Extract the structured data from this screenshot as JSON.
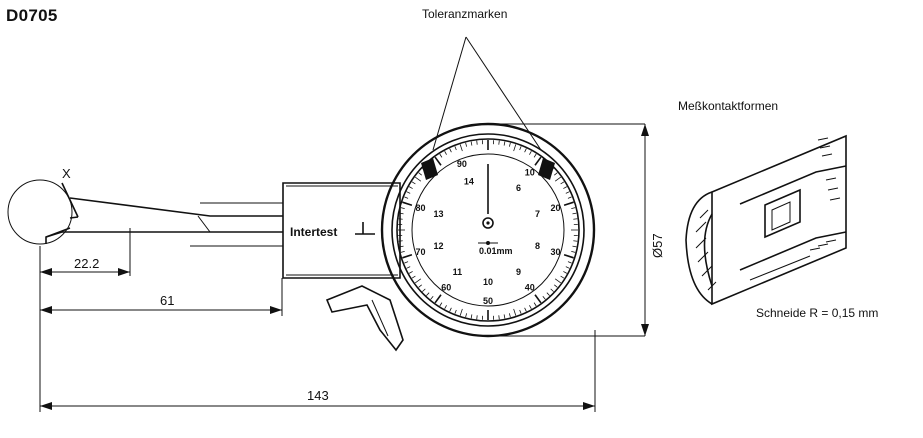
{
  "header": {
    "code": "D0705"
  },
  "labels": {
    "toleranzmarken": "Toleranzmarken",
    "messkontaktformen": "Meßkontaktformen",
    "schneide": "Schneide R = 0,15 mm",
    "detail": "X",
    "brand": "Intertest"
  },
  "dimensions": {
    "d1": "22.2",
    "d2": "61",
    "d3": "143",
    "diameter": "Ø57"
  },
  "dial": {
    "outer_scale": [
      "90",
      "10",
      "20",
      "30",
      "40",
      "50",
      "60",
      "70",
      "80"
    ],
    "inner_scale": [
      "14",
      "6",
      "7",
      "8",
      "9",
      "10",
      "11",
      "12",
      "13"
    ],
    "resolution": "0.01mm"
  }
}
